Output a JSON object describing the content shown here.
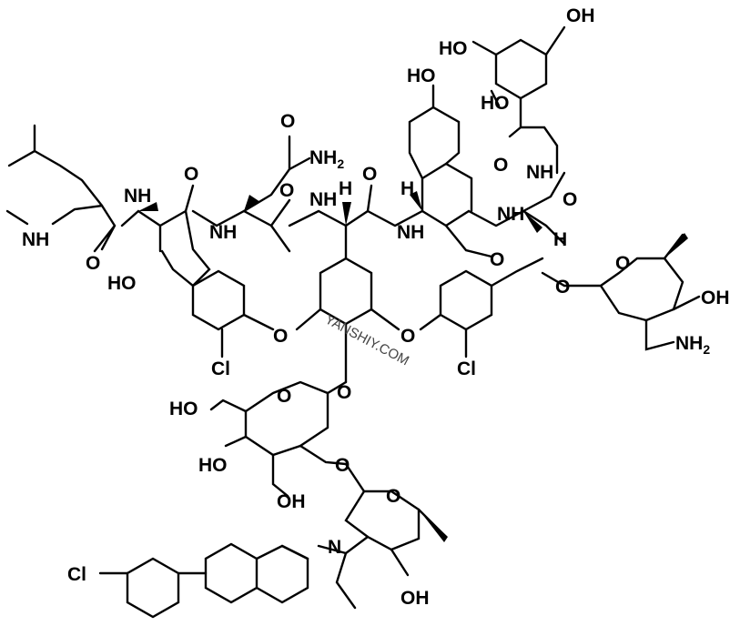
{
  "structure": {
    "atom_labels": {
      "top_oh": "OH",
      "ho_upper": "HO",
      "ho_phenol": "HO",
      "ho_acid": "HO",
      "acid_o": "O",
      "nh2_amide": "NH",
      "o_amide": "O",
      "nh_left": "NH",
      "o_left1": "O",
      "o_left2": "O",
      "nh_mid1": "NH",
      "nh_mid2": "NH",
      "o_mid": "O",
      "h_mid": "H",
      "nh_mid3": "NH",
      "o_mid2": "O",
      "nh_right": "NH",
      "h_right": "H",
      "o_right": "O",
      "nh_top_right": "NH",
      "ho_left": "HO",
      "o_ether1": "O",
      "o_ether2": "O",
      "cl_left": "Cl",
      "cl_right": "Cl",
      "o_sugar_right": "O",
      "o_ring_right": "O",
      "oh_right": "OH",
      "nh2_right": "NH",
      "o_glyco": "O",
      "ho_ch2": "HO",
      "o_ring_glu": "O",
      "ho_glu": "HO",
      "oh_glu": "OH",
      "o_link": "O",
      "o_ring_low": "O",
      "oh_low": "OH",
      "n_low": "N",
      "cl_biphenyl": "Cl"
    },
    "subscripts": {
      "nh2_amide": "2",
      "nh2_right": "2"
    },
    "watermark": "YANSHIY.COM"
  }
}
